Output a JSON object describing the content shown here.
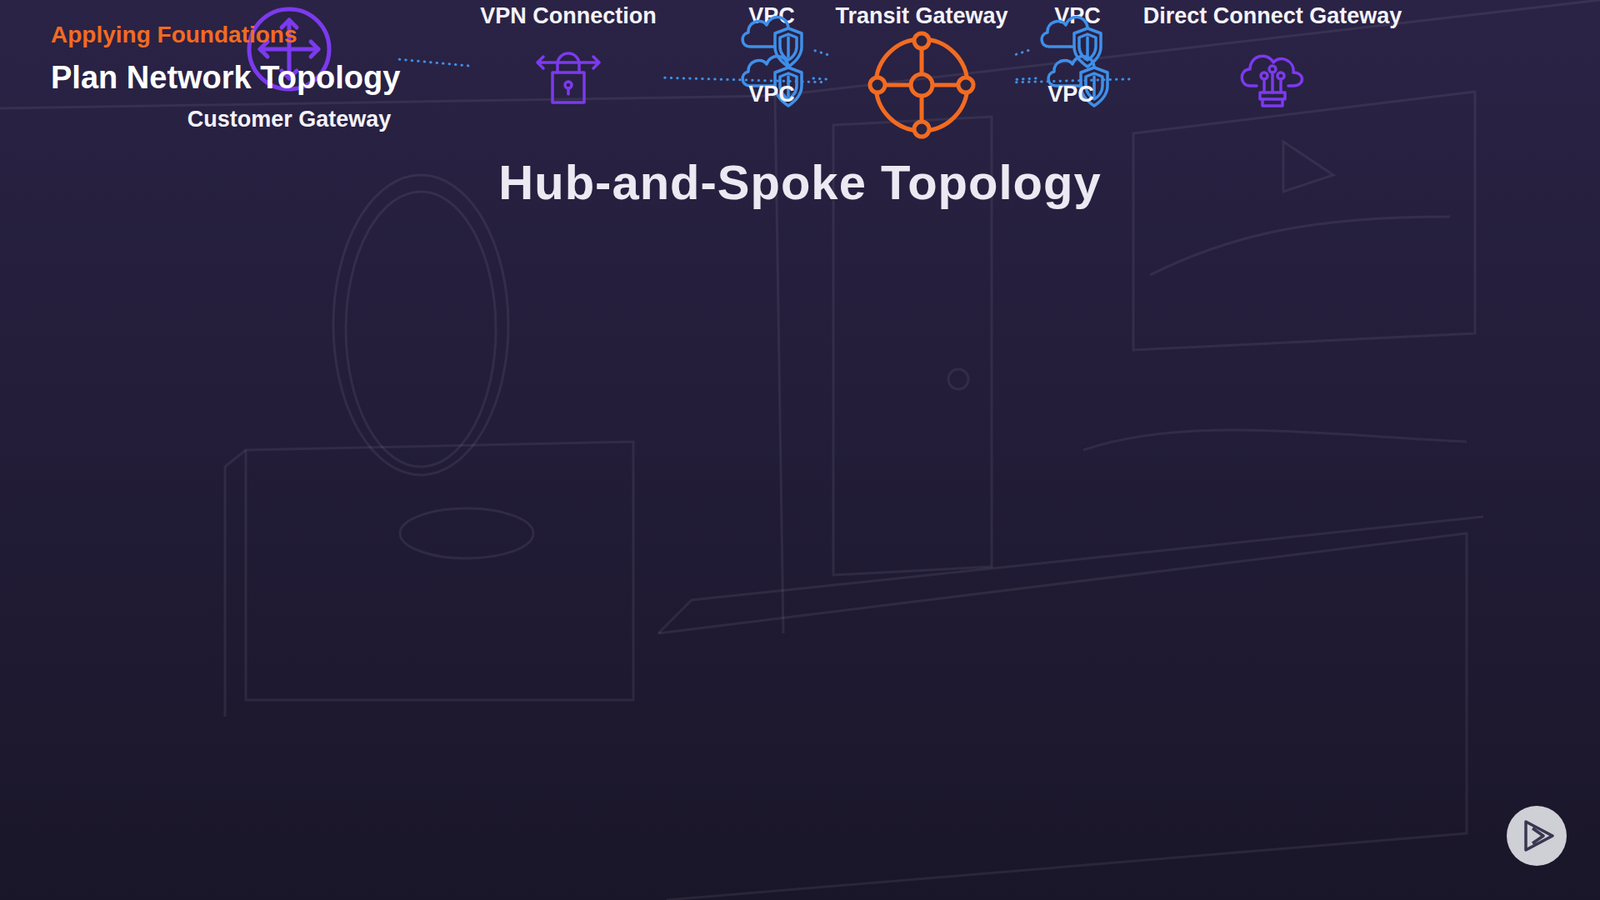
{
  "diagram": {
    "title": "Hub-and-Spoke Topology",
    "nodes": [
      {
        "text": [
          "VPC"
        ]
      },
      {
        "text": [
          "VPC"
        ]
      },
      {
        "text": [
          "Customer Gateway"
        ]
      },
      {
        "text": [
          "VPN Connection"
        ]
      },
      {
        "text": [
          "Transit Gateway"
        ]
      },
      {
        "text": [
          "Direct Connect Gateway"
        ]
      },
      {
        "text": [
          "VPC"
        ]
      },
      {
        "text": [
          "VPC"
        ]
      }
    ],
    "edges": [
      {
        "from": 2,
        "to": 3,
        "arrow": "none"
      },
      {
        "from": 3,
        "to": 4,
        "arrow": "none"
      },
      {
        "from": 4,
        "to": 5,
        "arrow": "none"
      },
      {
        "from": 0,
        "to": 4,
        "arrow": "none"
      },
      {
        "from": 1,
        "to": 4,
        "arrow": "none"
      },
      {
        "from": 4,
        "to": 6,
        "arrow": "none"
      },
      {
        "from": 4,
        "to": 7,
        "arrow": "none"
      }
    ],
    "labels": [
      "Applying Foundations",
      "Plan Network Topology"
    ]
  }
}
